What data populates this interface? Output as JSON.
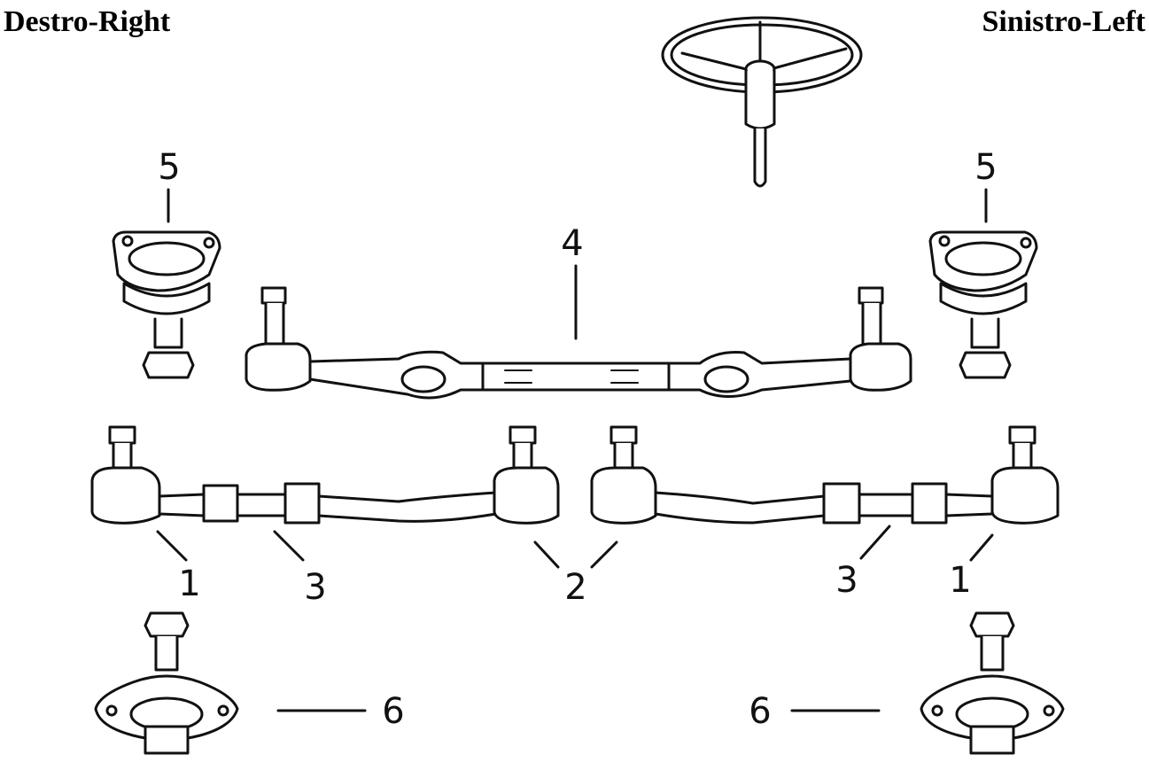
{
  "header": {
    "left_title": "Destro-Right",
    "right_title": "Sinistro-Left"
  },
  "callouts": {
    "n1_left": "1",
    "n1_right": "1",
    "n2": "2",
    "n3_left": "3",
    "n3_right": "3",
    "n4": "4",
    "n5_left": "5",
    "n5_right": "5",
    "n6_left": "6",
    "n6_right": "6"
  }
}
